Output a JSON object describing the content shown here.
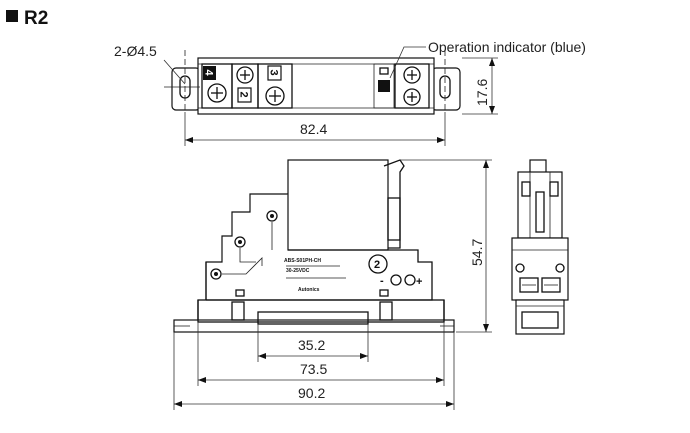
{
  "title": "R2",
  "callouts": {
    "hole": "2-Ø4.5",
    "indicator": "Operation indicator (blue)"
  },
  "dimensions": {
    "top_width": "82.4",
    "top_height": "17.6",
    "side_height": "54.7",
    "inner_width": "35.2",
    "mid_width": "73.5",
    "outer_width": "90.2"
  },
  "terminals": [
    "4",
    "2",
    "3"
  ],
  "markings": {
    "model": "ABS-S01PH-CH",
    "rating": "30-25VDC",
    "brand": "Autonics",
    "polarity_minus": "-",
    "polarity_plus": "+"
  },
  "colors": {
    "line": "#111111",
    "background": "#ffffff"
  }
}
